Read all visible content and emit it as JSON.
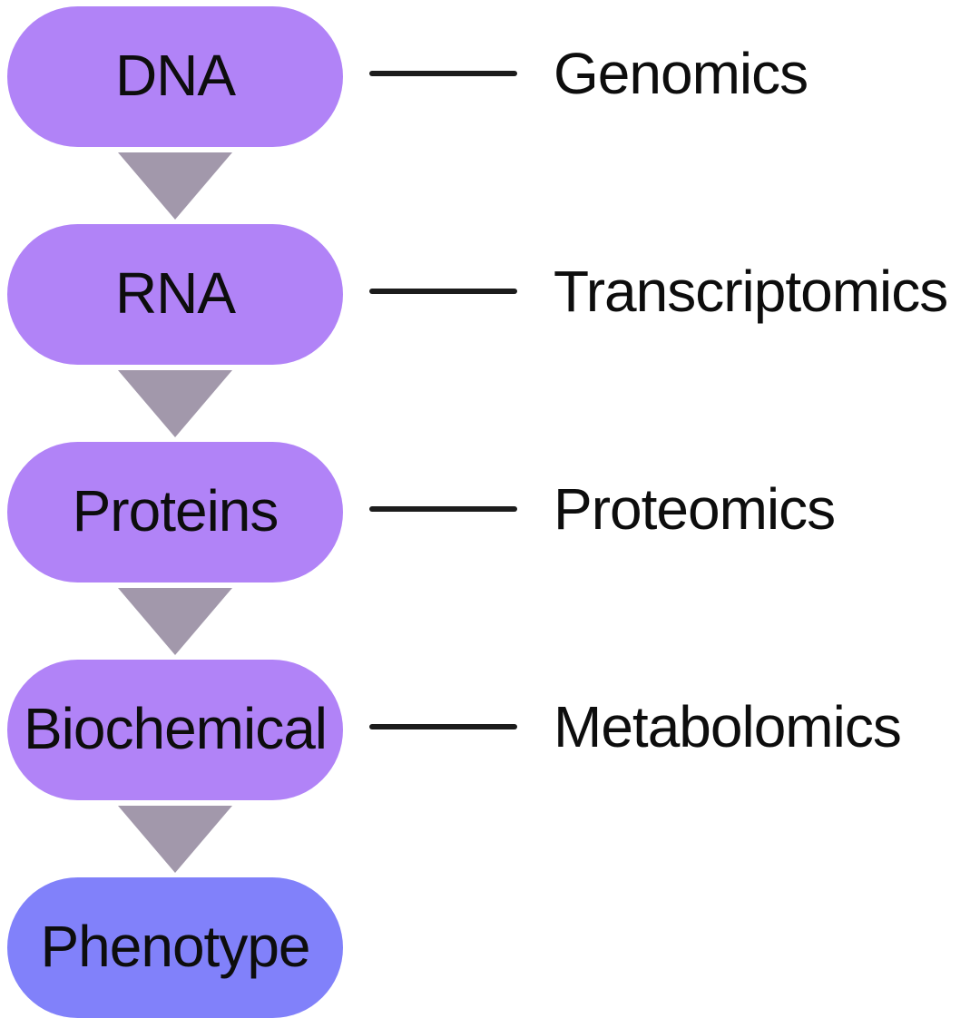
{
  "diagram": {
    "title": "omics-cascade",
    "stages": [
      {
        "node": "DNA",
        "omics": "Genomics"
      },
      {
        "node": "RNA",
        "omics": "Transcriptomics"
      },
      {
        "node": "Proteins",
        "omics": "Proteomics"
      },
      {
        "node": "Biochemical",
        "omics": "Metabolomics"
      },
      {
        "node": "Phenotype"
      }
    ],
    "colors": {
      "node_fill": "#b183f7",
      "terminal_node_fill": "#8181fa",
      "arrow_fill": "#a298ab",
      "connector_color": "#1c1c1c",
      "text_color": "#0d0d0d"
    }
  }
}
